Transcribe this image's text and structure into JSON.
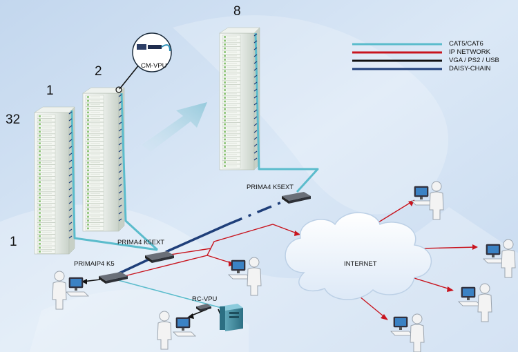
{
  "racks": {
    "rack_32_label": "32",
    "rack_1_label": "1",
    "rack_1_bottom_label": "1",
    "rack_2_label": "2",
    "rack_8_label": "8"
  },
  "devices": {
    "cm_vpu": "CM-VPU",
    "prima4_k5ext_top": "PRIMA4 K5EXT",
    "prima4_k5ext_mid": "PRIMA4 K5EXT",
    "primaip4_k5": "PRIMAIP4 K5",
    "rc_vpu": "RC-VPU",
    "internet": "INTERNET"
  },
  "legend": {
    "items": [
      {
        "label": "CAT5/CAT6",
        "color": "#5bbccc"
      },
      {
        "label": "IP NETWORK",
        "color": "#c8141e"
      },
      {
        "label": "VGA / PS2 / USB",
        "color": "#111111"
      },
      {
        "label": "DAISY-CHAIN",
        "color": "#1f3f7a"
      }
    ]
  },
  "colors": {
    "cat5": "#5bbccc",
    "ip": "#c8141e",
    "vga": "#111111",
    "daisy": "#1f3f7a",
    "background": "#cfe0f3"
  }
}
